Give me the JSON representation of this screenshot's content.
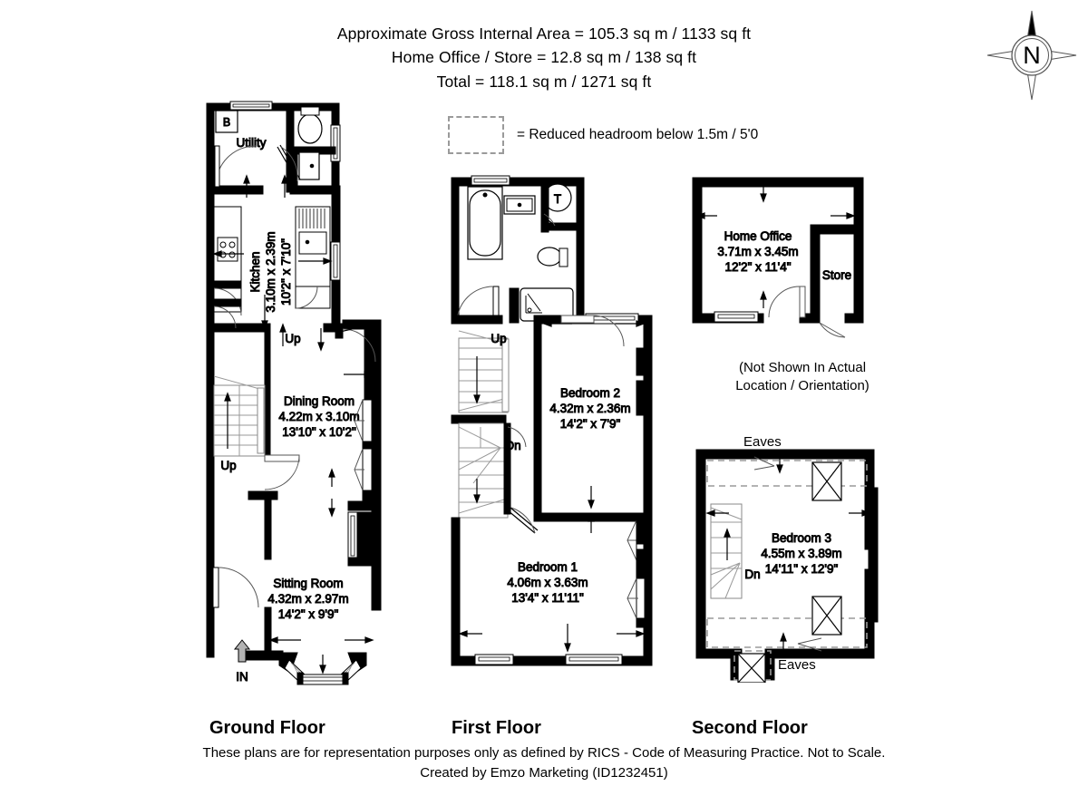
{
  "header": {
    "line1": "Approximate Gross Internal Area = 105.3 sq m / 1133 sq ft",
    "line2": "Home Office / Store = 12.8 sq m / 138 sq ft",
    "line3": "Total = 118.1 sq m / 1271 sq ft"
  },
  "compass": {
    "north_label": "N"
  },
  "legend": {
    "text": "= Reduced headroom below 1.5m / 5'0"
  },
  "floors": [
    {
      "id": "ground",
      "title": "Ground Floor"
    },
    {
      "id": "first",
      "title": "First Floor"
    },
    {
      "id": "second",
      "title": "Second Floor"
    }
  ],
  "ground_floor": {
    "rooms": [
      {
        "name": "Utility",
        "dim_m": "",
        "dim_ft": ""
      },
      {
        "name": "Kitchen",
        "dim_m": "3.10m x 2.39m",
        "dim_ft": "10'2\" x 7'10\""
      },
      {
        "name": "Dining Room",
        "dim_m": "4.22m x 3.10m",
        "dim_ft": "13'10\" x 10'2\""
      },
      {
        "name": "Sitting Room",
        "dim_m": "4.32m x 2.97m",
        "dim_ft": "14'2\" x 9'9\""
      }
    ],
    "markers": {
      "boiler": "B",
      "stair_up_kitchen": "Up",
      "stair_up_dining": "Up",
      "entrance": "IN"
    }
  },
  "first_floor": {
    "rooms": [
      {
        "name": "Bedroom 2",
        "dim_m": "4.32m x 2.36m",
        "dim_ft": "14'2\" x 7'9\""
      },
      {
        "name": "Bedroom 1",
        "dim_m": "4.06m x 3.63m",
        "dim_ft": "13'4\" x 11'11\""
      }
    ],
    "markers": {
      "tank": "T",
      "stair_up": "Up",
      "stair_down": "Dn"
    }
  },
  "second_floor": {
    "rooms": [
      {
        "name": "Bedroom 3",
        "dim_m": "4.55m x 3.89m",
        "dim_ft": "14'11\" x 12'9\""
      }
    ],
    "markers": {
      "stair_down": "Dn",
      "eaves_top": "Eaves",
      "eaves_bottom": "Eaves"
    }
  },
  "home_office": {
    "rooms": [
      {
        "name": "Home Office",
        "dim_m": "3.71m x 3.45m",
        "dim_ft": "12'2\" x 11'4\""
      },
      {
        "name": "Store",
        "dim_m": "",
        "dim_ft": ""
      }
    ],
    "note_line1": "(Not Shown In Actual",
    "note_line2": "Location / Orientation)"
  },
  "footer": {
    "line1": "These plans are for representation purposes only as defined by RICS - Code of Measuring Practice. Not to Scale.",
    "line2": "Created by Emzo Marketing (ID1232451)"
  },
  "colors": {
    "wall": "#000000",
    "background": "#ffffff",
    "dashed": "#9a9a9a",
    "thin": "#4d4d4d",
    "arrow_in": "#b3b3b3"
  }
}
